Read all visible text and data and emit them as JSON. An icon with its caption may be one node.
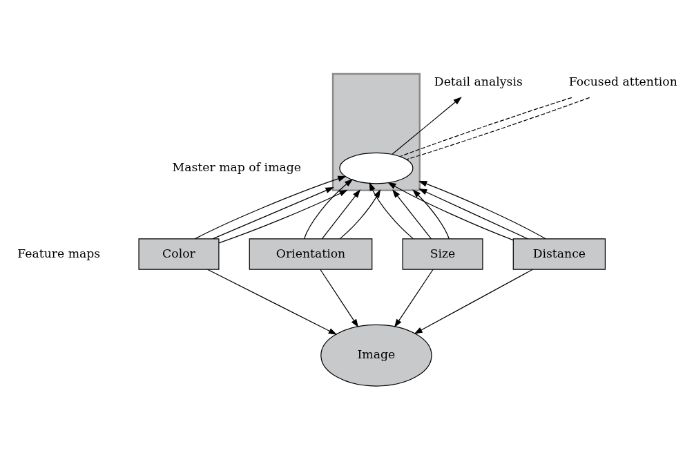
{
  "diagram": {
    "nodes": [
      {
        "text": [
          "Detail analysis"
        ]
      },
      {
        "text": [
          "Focused attention"
        ]
      },
      {
        "text": [],
        "shape": "parallelogram",
        "beside": [
          "Master map of image"
        ]
      },
      {
        "text": [],
        "shape": "ellipse",
        "in": 2
      },
      {
        "text": [
          "Color"
        ]
      },
      {
        "text": [
          "Orientation"
        ]
      },
      {
        "text": [
          "Size"
        ]
      },
      {
        "text": [
          "Distance"
        ]
      },
      {
        "text": [
          "Image"
        ]
      }
    ],
    "edges": [
      {
        "from": 3,
        "to": 0,
        "arrow": "to"
      },
      {
        "from": 1,
        "to": 3,
        "arrow": "none",
        "style": "dashed"
      },
      {
        "from": 1,
        "to": 3,
        "arrow": "none",
        "style": "dashed"
      },
      {
        "from": 4,
        "to": 3,
        "arrow": "to"
      },
      {
        "from": 4,
        "to": 2,
        "arrow": "to"
      },
      {
        "from": 4,
        "to": 2,
        "arrow": "to"
      },
      {
        "from": 5,
        "to": 3,
        "arrow": "to"
      },
      {
        "from": 5,
        "to": 2,
        "arrow": "to"
      },
      {
        "from": 5,
        "to": 2,
        "arrow": "to"
      },
      {
        "from": 6,
        "to": 3,
        "arrow": "to"
      },
      {
        "from": 6,
        "to": 2,
        "arrow": "to"
      },
      {
        "from": 6,
        "to": 2,
        "arrow": "to"
      },
      {
        "from": 7,
        "to": 3,
        "arrow": "to"
      },
      {
        "from": 7,
        "to": 2,
        "arrow": "to"
      },
      {
        "from": 7,
        "to": 2,
        "arrow": "to"
      },
      {
        "from": 4,
        "to": 8,
        "arrow": "to"
      },
      {
        "from": 5,
        "to": 8,
        "arrow": "to"
      },
      {
        "from": 6,
        "to": 8,
        "arrow": "to"
      },
      {
        "from": 7,
        "to": 8,
        "arrow": "to"
      }
    ],
    "labels": [
      "Feature maps"
    ]
  }
}
